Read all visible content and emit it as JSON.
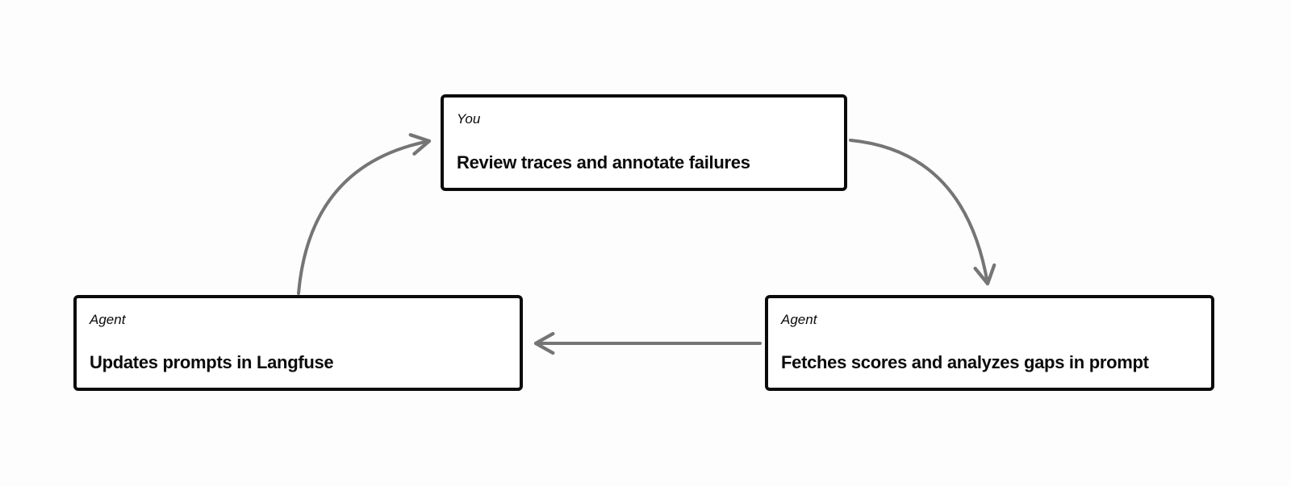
{
  "diagram": {
    "nodes": [
      {
        "role": "You",
        "title": "Review traces and annotate failures"
      },
      {
        "role": "Agent",
        "title": "Fetches scores and analyzes gaps in prompt"
      },
      {
        "role": "Agent",
        "title": "Updates prompts in Langfuse"
      }
    ],
    "edges": [
      {
        "from": "Review traces and annotate failures",
        "to": "Fetches scores and analyzes gaps in prompt",
        "style": "curved"
      },
      {
        "from": "Fetches scores and analyzes gaps in prompt",
        "to": "Updates prompts in Langfuse",
        "style": "straight"
      },
      {
        "from": "Updates prompts in Langfuse",
        "to": "Review traces and annotate failures",
        "style": "curved"
      }
    ],
    "colors": {
      "arrow": "#757575",
      "node_border": "#0b0b0b",
      "node_fill": "#ffffff",
      "background": "#fdfdfd",
      "text": "#0b0b0b"
    }
  }
}
